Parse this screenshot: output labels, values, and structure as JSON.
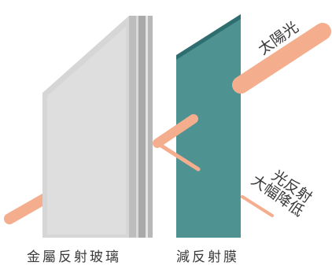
{
  "labels": {
    "sunlight": "太陽光",
    "reflection_line1": "光反射",
    "reflection_line2": "大幅降低",
    "glass": "金屬反射玻璃",
    "film": "減反射膜"
  },
  "colors": {
    "beam": "#f4ae8e",
    "film": "#4e9291",
    "film_edge": "#2f6e70",
    "glass_face": "#d9d9d9",
    "glass_edge": "#b3b3b3",
    "text": "#3a3a3a"
  }
}
